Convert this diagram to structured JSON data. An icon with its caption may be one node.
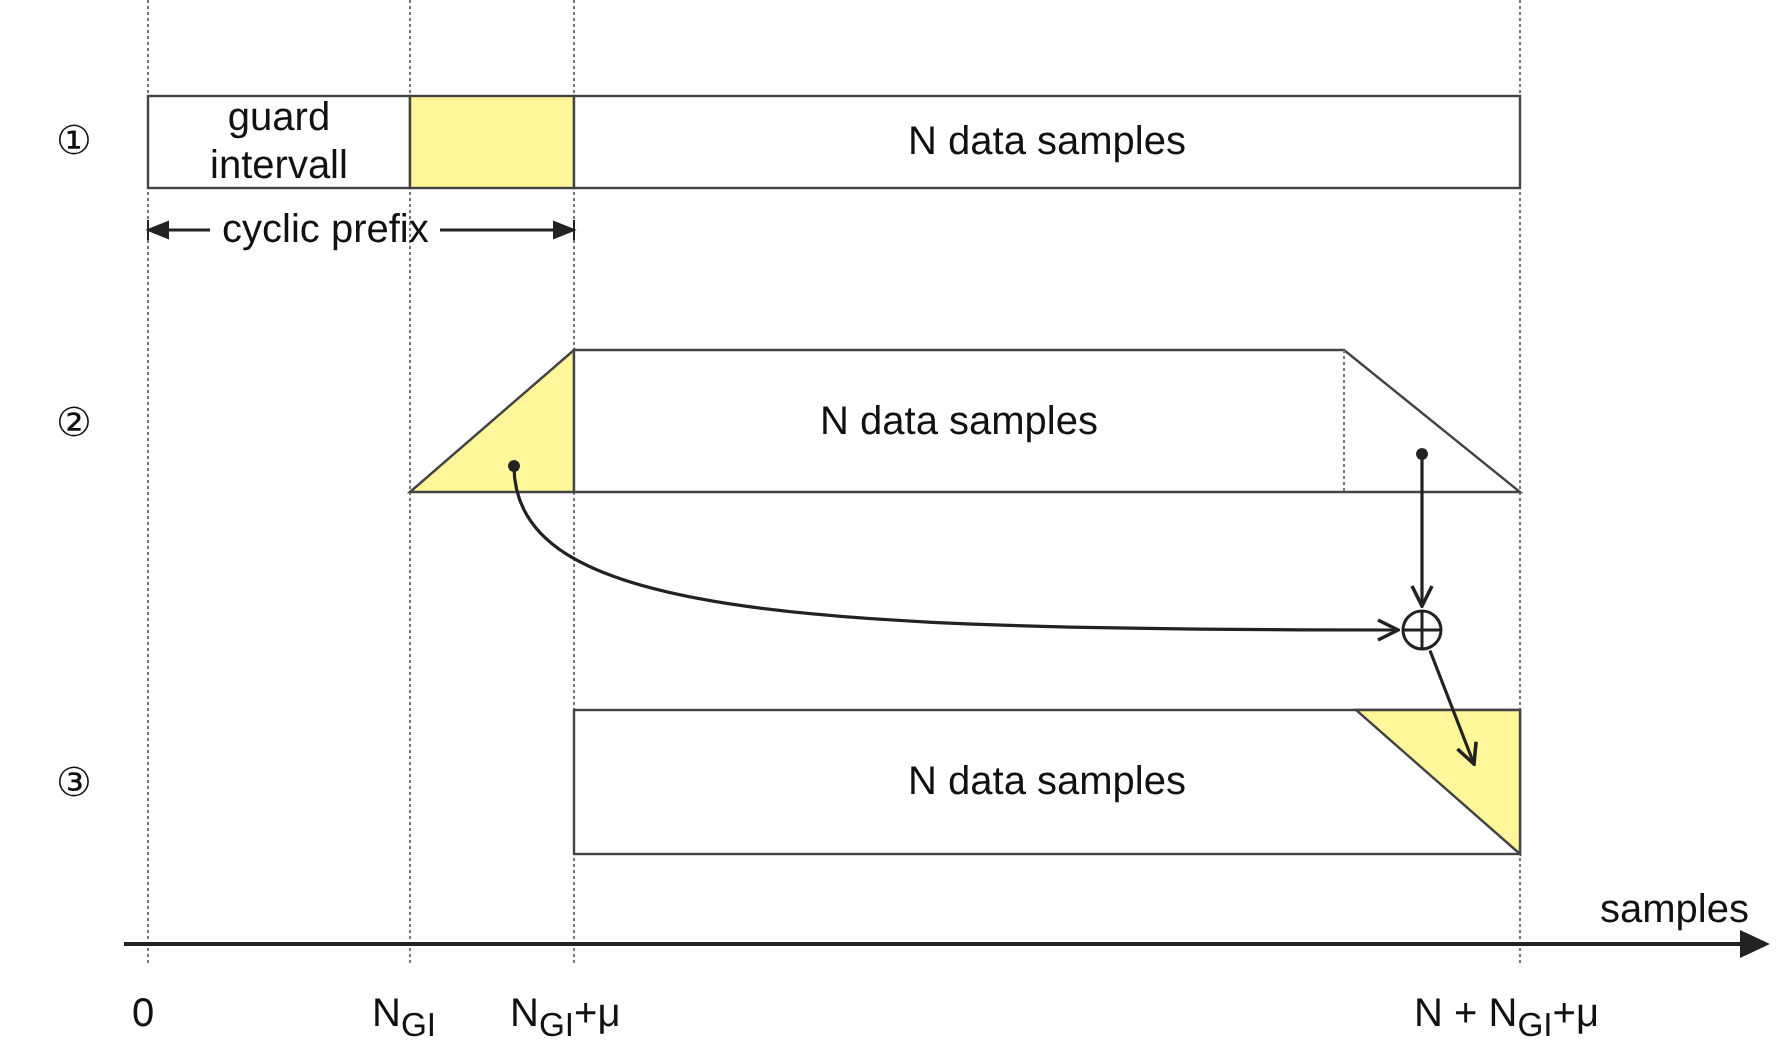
{
  "diagram": {
    "nodes": [
      {
        "text": [
          "guard intervall"
        ]
      },
      {
        "text": [],
        "shape": "box"
      },
      {
        "text": [
          "N data samples"
        ]
      },
      {
        "text": [],
        "shape": "triangle"
      },
      {
        "text": [
          "N data samples"
        ]
      },
      {
        "text": [],
        "shape": "triangle",
        "in": 4
      },
      {
        "text": [],
        "shape": "circle"
      },
      {
        "text": [
          "N data samples"
        ]
      },
      {
        "text": [],
        "shape": "triangle",
        "in": 7
      }
    ],
    "edges": [
      {
        "from": 3,
        "to": 6,
        "arrow": "to"
      },
      {
        "from": 5,
        "to": 6,
        "arrow": "to"
      },
      {
        "from": 6,
        "to": 8,
        "arrow": "to"
      }
    ],
    "labels": [
      "①",
      "cyclic prefix",
      "②",
      "③",
      "samples",
      "0",
      "N$_{GI}$",
      "N$_{GI}$+μ",
      "N + N$_{GI}$+μ"
    ]
  }
}
